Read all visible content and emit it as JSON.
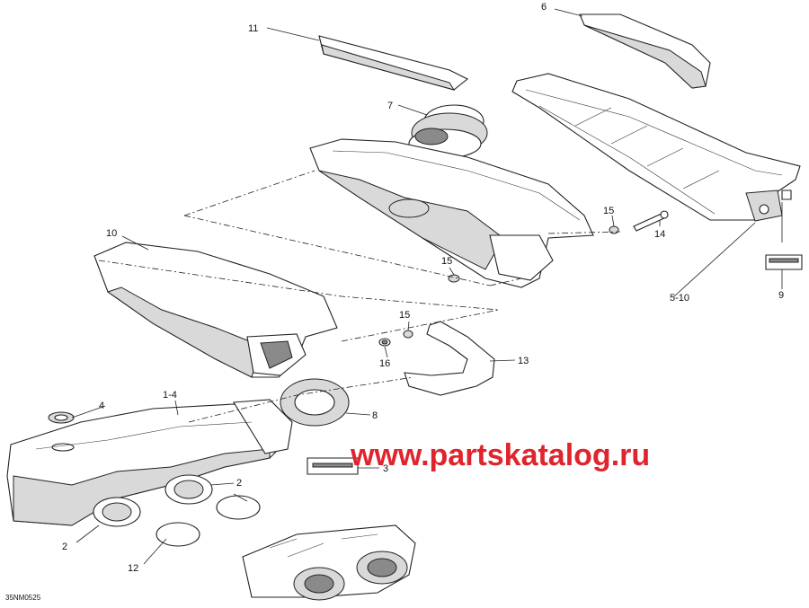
{
  "watermark": "www.partskatalog.ru",
  "diagram_code": "35NM0525",
  "callouts": {
    "c1_4": "1-4",
    "c2a": "2",
    "c2b": "2",
    "c3": "3",
    "c4": "4",
    "c5_10": "5-10",
    "c6": "6",
    "c7": "7",
    "c8": "8",
    "c9": "9",
    "c10": "10",
    "c11": "11",
    "c12": "12",
    "c13": "13",
    "c14": "14",
    "c15a": "15",
    "c15b": "15",
    "c15c": "15",
    "c16": "16"
  }
}
